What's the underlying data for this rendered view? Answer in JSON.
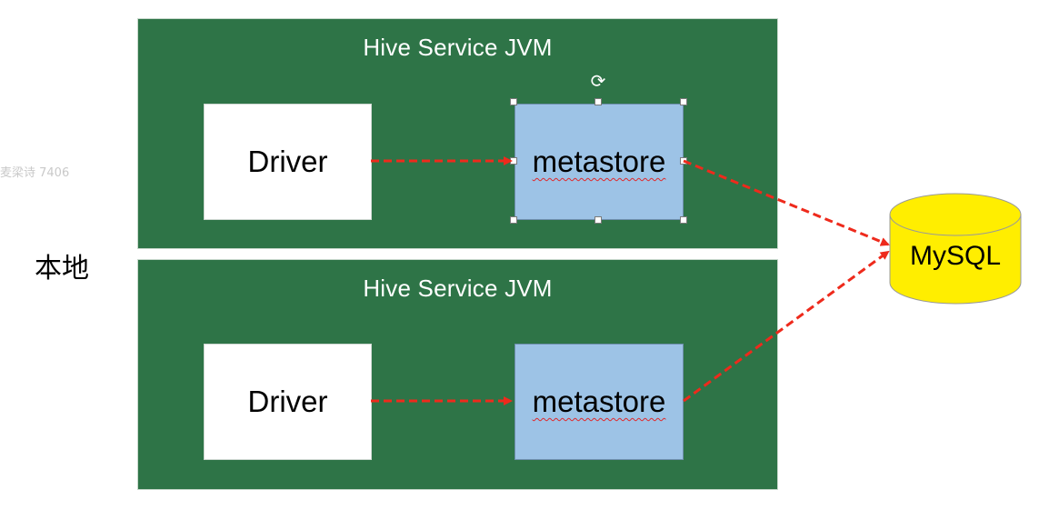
{
  "watermark": "麦梁诗 7406",
  "side_label": "本地",
  "jvm_boxes": [
    {
      "title": "Hive Service JVM",
      "driver": "Driver",
      "metastore": "metastore"
    },
    {
      "title": "Hive Service JVM",
      "driver": "Driver",
      "metastore": "metastore"
    }
  ],
  "database": {
    "label": "MySQL",
    "color": "#ffee00"
  },
  "colors": {
    "jvm_background": "#2e7447",
    "metastore_fill": "#9dc3e6",
    "arrow": "#ee2a1c",
    "database_fill": "#ffee00"
  },
  "icons": {
    "rotate": "rotate-handle-icon"
  }
}
